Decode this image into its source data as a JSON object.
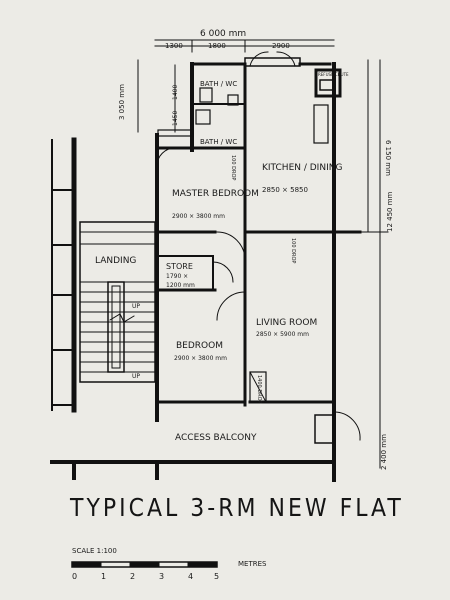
{
  "plan": {
    "title": "TYPICAL 3-RM NEW FLAT",
    "overall_width": "6 000 mm",
    "dims_top": [
      "1300",
      "1800",
      "2900"
    ],
    "dims_right": [
      "6 150 mm",
      "12 450 mm",
      "2 400 mm"
    ],
    "dims_left": [
      "3 050 mm",
      "1400",
      "1450"
    ],
    "rooms": {
      "bath_wc_1": "BATH / WC",
      "bath_wc_2": "BATH / WC",
      "refuse": "REFUSE CHUTE",
      "kitchen": "KITCHEN / DINING",
      "kitchen_size": "2850 × 5850",
      "master": "MASTER BEDROOM",
      "master_size": "2900 × 3800 mm",
      "landing": "LANDING",
      "store": "STORE",
      "store_size1": "1790 ×",
      "store_size2": "1200 mm",
      "living": "LIVING ROOM",
      "living_size": "2850 × 5900 mm",
      "bedroom": "BEDROOM",
      "bedroom_size": "2900 × 3800 mm",
      "balcony": "ACCESS BALCONY",
      "stair_up_1": "UP",
      "stair_up_2": "UP"
    },
    "drops": [
      "100 DROP",
      "100 DROP",
      "1400 DROP"
    ],
    "scale": {
      "label": "SCALE 1:100",
      "ticks": [
        "0",
        "1",
        "2",
        "3",
        "4",
        "5"
      ],
      "unit": "METRES"
    }
  }
}
